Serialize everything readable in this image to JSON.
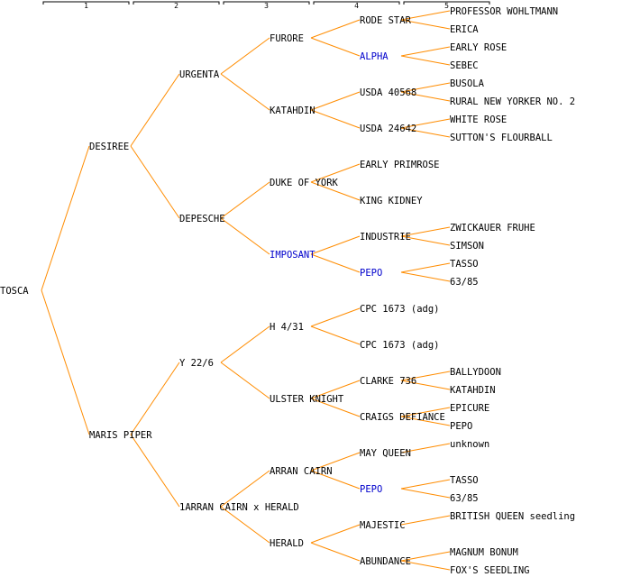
{
  "colors": {
    "line": "#ff8c00",
    "text": "#000000",
    "highlight": "#0000cc",
    "bracket": "#000000"
  },
  "generations": [
    "1",
    "2",
    "3",
    "4",
    "5"
  ],
  "pedigree": {
    "name": "TOSCA",
    "parents": [
      {
        "name": "DESIREE",
        "parents": [
          {
            "name": "URGENTA",
            "parents": [
              {
                "name": "FURORE",
                "parents": [
                  {
                    "name": "RODE STAR",
                    "parents": [
                      {
                        "name": "PROFESSOR WOHLTMANN"
                      },
                      {
                        "name": "ERICA"
                      }
                    ]
                  },
                  {
                    "name": "ALPHA",
                    "highlight": true,
                    "parents": [
                      {
                        "name": "EARLY ROSE"
                      },
                      {
                        "name": "SEBEC"
                      }
                    ]
                  }
                ]
              },
              {
                "name": "KATAHDIN",
                "parents": [
                  {
                    "name": "USDA 40568",
                    "parents": [
                      {
                        "name": "BUSOLA"
                      },
                      {
                        "name": "RURAL NEW YORKER NO. 2"
                      }
                    ]
                  },
                  {
                    "name": "USDA 24642",
                    "parents": [
                      {
                        "name": "WHITE ROSE"
                      },
                      {
                        "name": "SUTTON'S FLOURBALL"
                      }
                    ]
                  }
                ]
              }
            ]
          },
          {
            "name": "DEPESCHE",
            "parents": [
              {
                "name": "DUKE OF YORK",
                "parents": [
                  {
                    "name": "EARLY PRIMROSE"
                  },
                  {
                    "name": "KING KIDNEY"
                  }
                ]
              },
              {
                "name": "IMPOSANT",
                "highlight": true,
                "parents": [
                  {
                    "name": "INDUSTRIE",
                    "parents": [
                      {
                        "name": "ZWICKAUER FRUHE"
                      },
                      {
                        "name": "SIMSON"
                      }
                    ]
                  },
                  {
                    "name": "PEPO",
                    "highlight": true,
                    "parents": [
                      {
                        "name": "TASSO"
                      },
                      {
                        "name": "63/85"
                      }
                    ]
                  }
                ]
              }
            ]
          }
        ]
      },
      {
        "name": "MARIS PIPER",
        "parents": [
          {
            "name": "Y 22/6",
            "parents": [
              {
                "name": "H 4/31",
                "parents": [
                  {
                    "name": "CPC 1673 (adg)"
                  },
                  {
                    "name": "CPC 1673 (adg)"
                  }
                ]
              },
              {
                "name": "ULSTER KNIGHT",
                "parents": [
                  {
                    "name": "CLARKE 736",
                    "parents": [
                      {
                        "name": "BALLYDOON"
                      },
                      {
                        "name": "KATAHDIN"
                      }
                    ]
                  },
                  {
                    "name": "CRAIGS DEFIANCE",
                    "parents": [
                      {
                        "name": "EPICURE"
                      },
                      {
                        "name": "PEPO"
                      }
                    ]
                  }
                ]
              }
            ]
          },
          {
            "name": "1ARRAN CAIRN x HERALD",
            "parents": [
              {
                "name": "ARRAN CAIRN",
                "parents": [
                  {
                    "name": "MAY QUEEN",
                    "parents": [
                      {
                        "name": "unknown"
                      }
                    ]
                  },
                  {
                    "name": "PEPO",
                    "highlight": true,
                    "parents": [
                      {
                        "name": "TASSO"
                      },
                      {
                        "name": "63/85"
                      }
                    ]
                  }
                ]
              },
              {
                "name": "HERALD",
                "parents": [
                  {
                    "name": "MAJESTIC",
                    "parents": [
                      {
                        "name": "BRITISH QUEEN seedling"
                      }
                    ]
                  },
                  {
                    "name": "ABUNDANCE",
                    "parents": [
                      {
                        "name": "MAGNUM BONUM"
                      },
                      {
                        "name": "FOX'S SEEDLING"
                      }
                    ]
                  }
                ]
              }
            ]
          }
        ]
      }
    ]
  }
}
